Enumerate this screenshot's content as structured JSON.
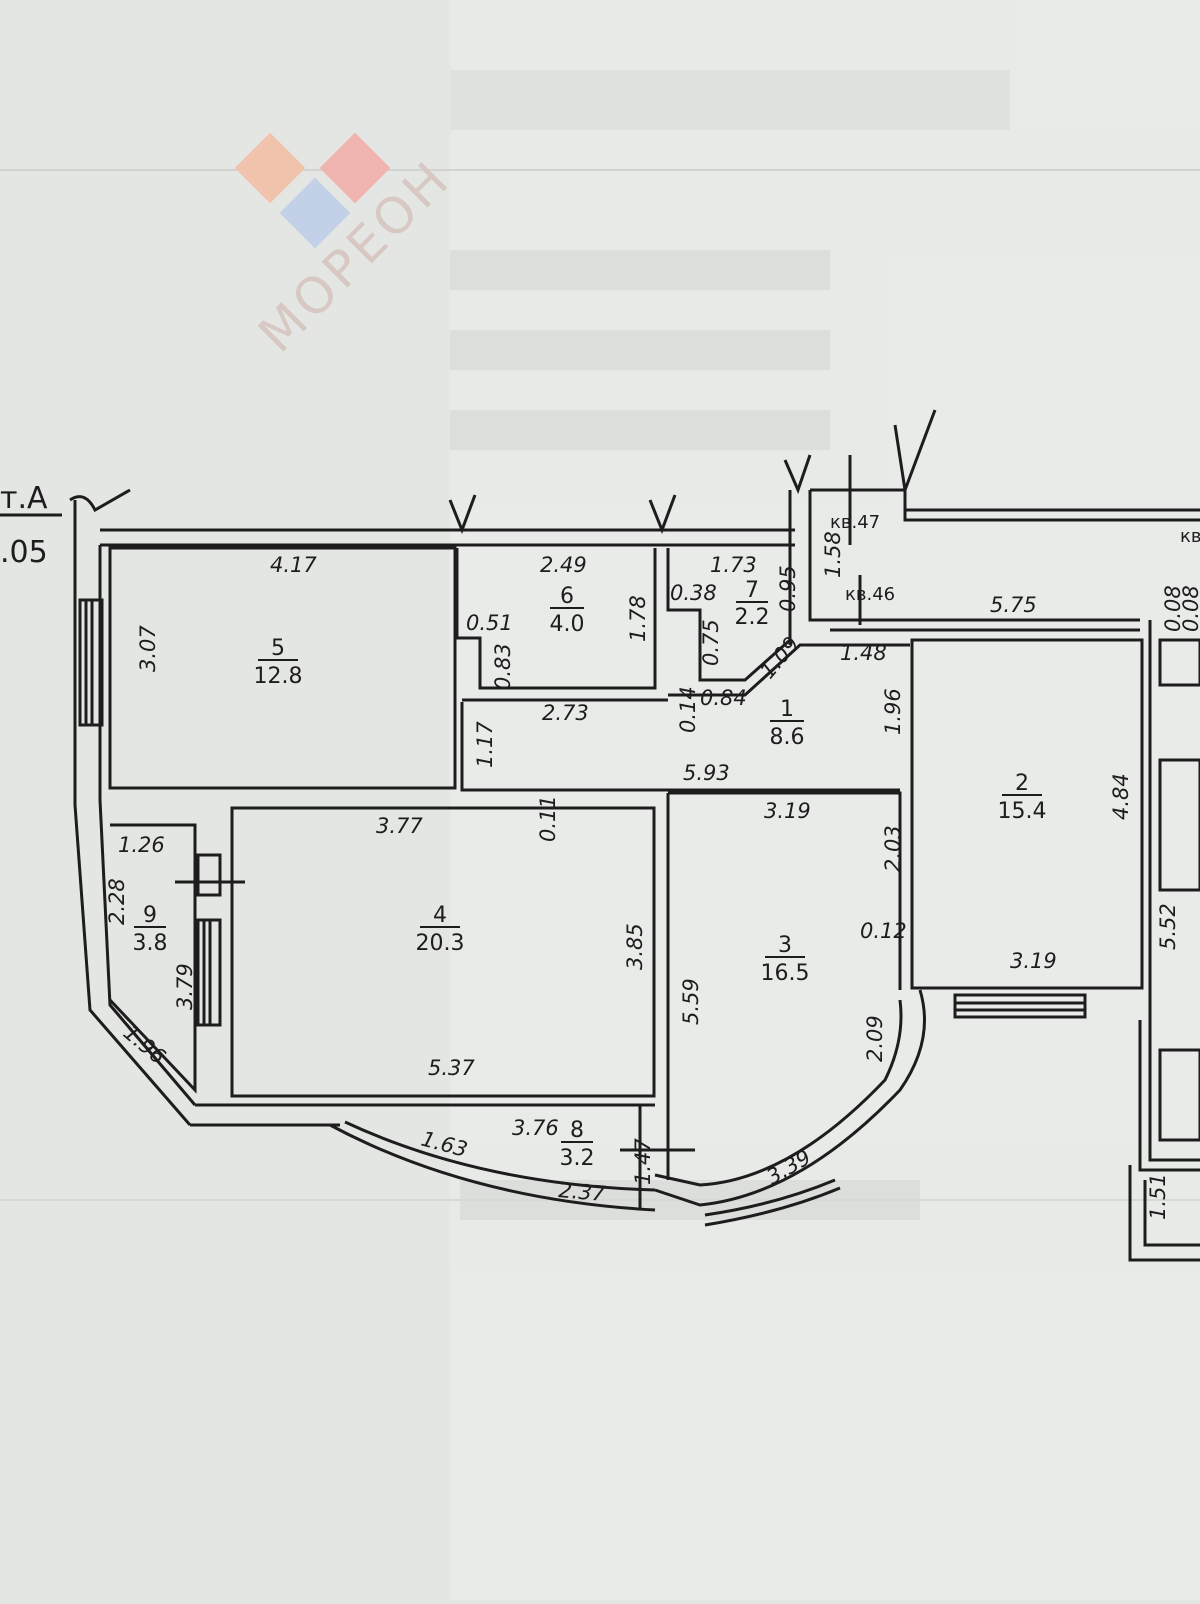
{
  "title_frag": {
    "line1": "т.А",
    "line2": ".05"
  },
  "watermark": {
    "text": "МОРЕОН",
    "colors": [
      "#f1b9a1",
      "#eeaaa6",
      "#b9c9e4"
    ]
  },
  "rooms": [
    {
      "id": "1",
      "area": "8.6"
    },
    {
      "id": "2",
      "area": "15.4"
    },
    {
      "id": "3",
      "area": "16.5"
    },
    {
      "id": "4",
      "area": "20.3"
    },
    {
      "id": "5",
      "area": "12.8"
    },
    {
      "id": "6",
      "area": "4.0"
    },
    {
      "id": "7",
      "area": "2.2"
    },
    {
      "id": "8",
      "area": "3.2"
    },
    {
      "id": "9",
      "area": "3.8"
    }
  ],
  "apartment_labels": {
    "kv47": "кв.47",
    "kv46": "кв.46",
    "kv_right": "кв"
  },
  "dims": {
    "r5_w": "4.17",
    "r5_h": "3.07",
    "r6_w": "2.49",
    "r6_h": "1.78",
    "r6_a": "0.51",
    "r6_b": "0.83",
    "r7_w": "1.73",
    "r7_a": "0.38",
    "r7_b": "0.75",
    "r7_c": "0.95",
    "r7_d": "1.09",
    "r1_a": "2.73",
    "r1_b": "0.14",
    "r1_c": "0.84",
    "r1_d": "1.17",
    "r1_e": "5.93",
    "r1_f": "1.96",
    "r1_g": "1.48",
    "kv_a": "1.58",
    "kv_b": "5.75",
    "kv_c": "0.08",
    "kv_d": "0.08",
    "r4_a": "3.77",
    "r4_b": "0.11",
    "r4_c": "3.85",
    "r4_d": "5.37",
    "r9_a": "1.26",
    "r9_b": "2.28",
    "r9_c": "3.79",
    "r9_d": "1.96",
    "r3_a": "3.19",
    "r3_b": "2.03",
    "r3_c": "0.12",
    "r3_d": "5.59",
    "r3_e": "2.09",
    "r3_f": "3.39",
    "r2_a": "4.84",
    "r2_b": "3.19",
    "r8_a": "1.63",
    "r8_b": "3.76",
    "r8_c": "1.47",
    "r8_d": "2.37",
    "right_a": "5.52",
    "right_b": "1.51"
  }
}
